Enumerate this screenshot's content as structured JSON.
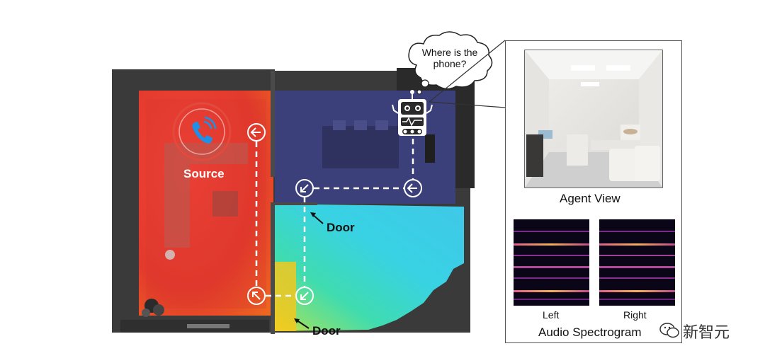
{
  "labels": {
    "source": "Source",
    "door_top": "Door",
    "door_bottom": "Door",
    "agent_view": "Agent View",
    "left": "Left",
    "right": "Right",
    "audio_spectrogram": "Audio Spectrogram"
  },
  "thought_bubble": {
    "line1": "Where is the",
    "line2": "phone?"
  },
  "watermark": {
    "text": "新智元"
  },
  "colors": {
    "source_room": "#e23a2c",
    "agent_room": "#3b3f7a",
    "heat_cyan": "#35d4e0",
    "path": "#ffffff"
  },
  "icons": [
    "phone-icon",
    "robot-icon",
    "arrow-left-icon",
    "arrow-down-left-icon",
    "arrow-up-left-icon"
  ]
}
